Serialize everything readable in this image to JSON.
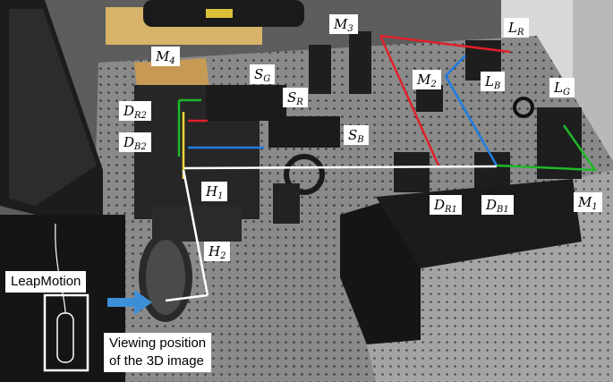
{
  "labels": {
    "M4": {
      "main": "M",
      "sub": "4"
    },
    "M3": {
      "main": "M",
      "sub": "3"
    },
    "LR": {
      "main": "L",
      "sub": "R"
    },
    "SG": {
      "main": "S",
      "sub": "G"
    },
    "SR": {
      "main": "S",
      "sub": "R"
    },
    "M2": {
      "main": "M",
      "sub": "2"
    },
    "LB": {
      "main": "L",
      "sub": "B"
    },
    "LG": {
      "main": "L",
      "sub": "G"
    },
    "DR2": {
      "main": "D",
      "sub": "R2"
    },
    "DB2": {
      "main": "D",
      "sub": "B2"
    },
    "SB": {
      "main": "S",
      "sub": "B"
    },
    "H1": {
      "main": "H",
      "sub": "1"
    },
    "H2": {
      "main": "H",
      "sub": "2"
    },
    "DR1": {
      "main": "D",
      "sub": "R1"
    },
    "DB1": {
      "main": "D",
      "sub": "B1"
    },
    "M1": {
      "main": "M",
      "sub": "1"
    }
  },
  "leapmotion_label": "LeapMotion",
  "viewing_line1": "Viewing position",
  "viewing_line2": "of the 3D image",
  "colors": {
    "red_beam": "#e0202a",
    "green_beam": "#1fb82a",
    "blue_beam": "#1f7de0",
    "white_beam": "#ffffff",
    "arrow": "#3d8fd8"
  }
}
